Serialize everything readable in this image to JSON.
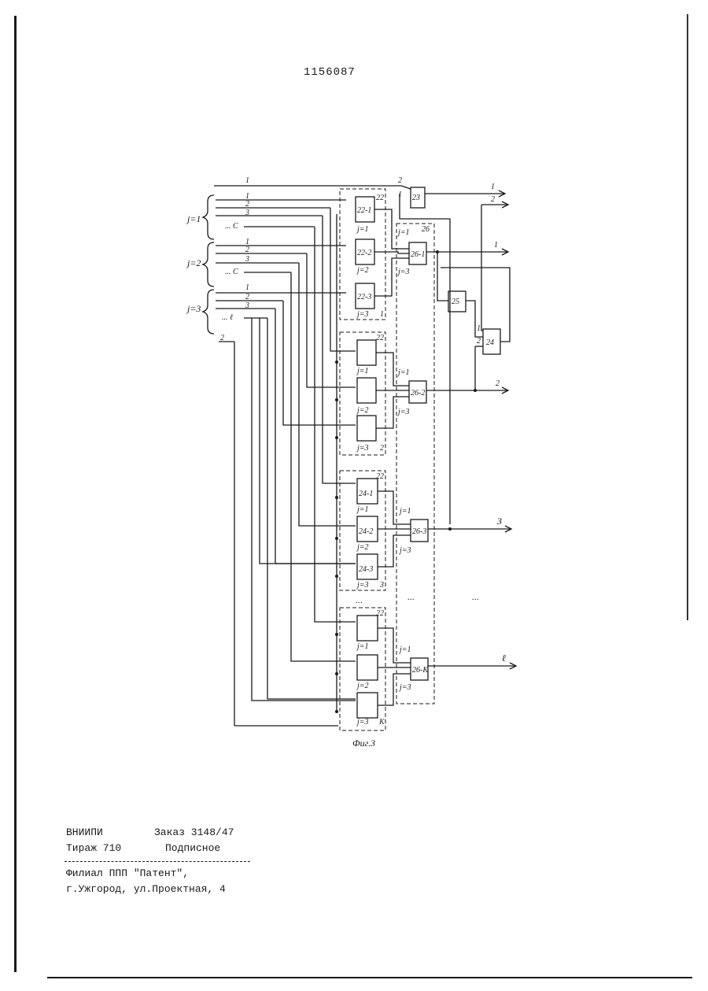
{
  "page": {
    "number": "1156087"
  },
  "figure": {
    "caption": "Фиг.3",
    "group_rows": [
      "j=1",
      "j=2",
      "j=3"
    ],
    "input_numbers": [
      "1",
      "2",
      "3",
      "... C"
    ],
    "input_last": "... ℓ",
    "input_two": "2",
    "block_group_tag": "22",
    "block_26_tag": "26",
    "blocks_group1": [
      "22-1",
      "22-2",
      "22-3"
    ],
    "blocks_group3": [
      "24-1",
      "24-2",
      "24-3"
    ],
    "group_numbers": [
      "1",
      "2",
      "3",
      "K"
    ],
    "block_23": "23",
    "block_24": "24",
    "block_25": "25",
    "blocks_26": [
      "26-1",
      "26-2",
      "26-3",
      "26-K"
    ],
    "outputs": [
      "1",
      "2",
      "1",
      "2",
      "3",
      "ℓ"
    ],
    "ellipsis": "..."
  },
  "imprint": {
    "org": "ВНИИПИ",
    "order": "Заказ 3148/47",
    "circulation": "Тираж 710",
    "subscription": "Подписное",
    "branch": "Филиал ППП \"Патент\",",
    "address": "г.Ужгород, ул.Проектная, 4"
  }
}
